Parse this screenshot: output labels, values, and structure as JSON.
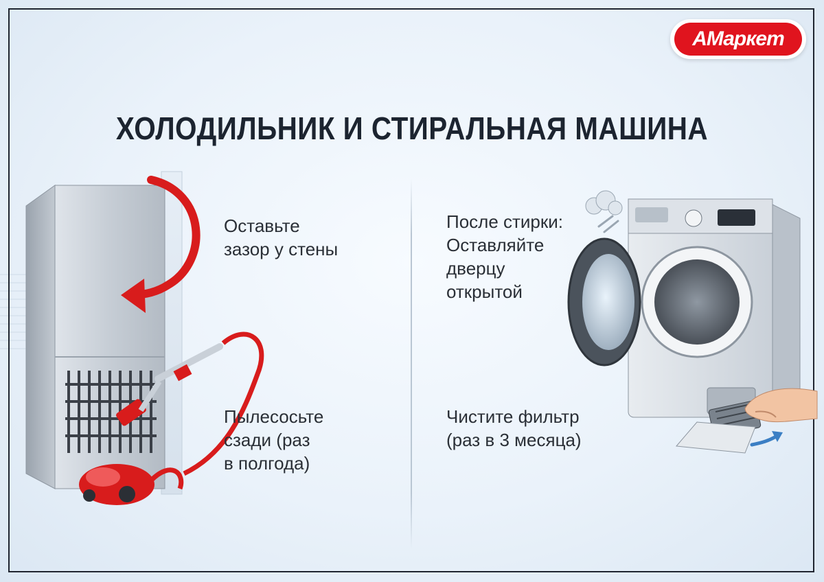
{
  "brand": {
    "logo_text": "АМаркет",
    "color": "#e0141e"
  },
  "title": "ХОЛОДИЛЬНИК И СТИРАЛЬНАЯ МАШИНА",
  "fridge": {
    "tip_gap": "Оставьте\nзазор у стены",
    "tip_vacuum": "Пылесосьте\nсзади (раз\nв полгода)"
  },
  "washer": {
    "tip_door_lead": "После стирки:",
    "tip_door": "Оставляйте\nдверцу\nоткрытой",
    "tip_filter": "Чистите фильтр\n(раз в 3 месяца)"
  },
  "icons": [
    "curved-arrow-icon",
    "vacuum-cleaner-icon",
    "steam-cloud-icon",
    "hand-icon",
    "filter-icon"
  ],
  "colors": {
    "accent_red": "#d81c1c",
    "appliance_gray": "#c9d0d8",
    "text": "#2a2f36"
  }
}
